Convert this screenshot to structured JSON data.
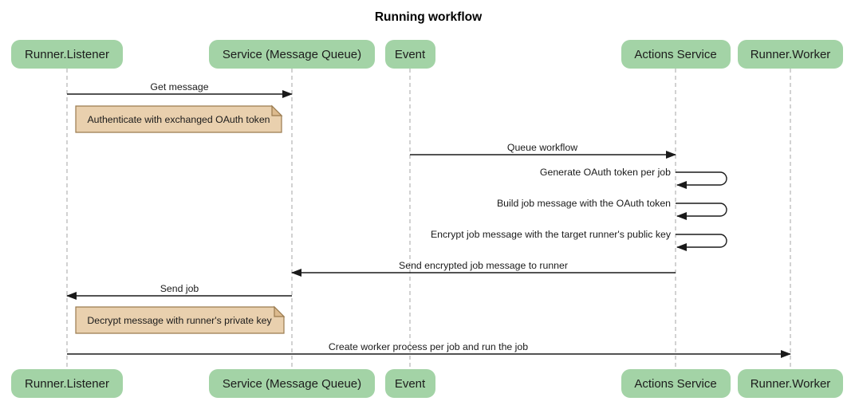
{
  "title": "Running workflow",
  "participants": [
    {
      "id": "runner-listener",
      "label": "Runner.Listener"
    },
    {
      "id": "service-message-queue",
      "label": "Service (Message Queue)"
    },
    {
      "id": "event",
      "label": "Event"
    },
    {
      "id": "actions-service",
      "label": "Actions Service"
    },
    {
      "id": "runner-worker",
      "label": "Runner.Worker"
    }
  ],
  "messages": [
    {
      "type": "arrow",
      "from": "Runner.Listener",
      "to": "Service (Message Queue)",
      "text": "Get message"
    },
    {
      "type": "note",
      "over": "Runner.Listener",
      "text": "Authenticate with exchanged OAuth token"
    },
    {
      "type": "arrow",
      "from": "Event",
      "to": "Actions Service",
      "text": "Queue workflow"
    },
    {
      "type": "self",
      "on": "Actions Service",
      "text": "Generate OAuth token per job"
    },
    {
      "type": "self",
      "on": "Actions Service",
      "text": "Build job message with the OAuth token"
    },
    {
      "type": "self",
      "on": "Actions Service",
      "text": "Encrypt job message with the target runner's public key"
    },
    {
      "type": "arrow",
      "from": "Actions Service",
      "to": "Service (Message Queue)",
      "text": "Send encrypted job message to runner"
    },
    {
      "type": "arrow",
      "from": "Service (Message Queue)",
      "to": "Runner.Listener",
      "text": "Send job"
    },
    {
      "type": "note",
      "over": "Runner.Listener",
      "text": "Decrypt message with runner's private key"
    },
    {
      "type": "arrow",
      "from": "Runner.Listener",
      "to": "Runner.Worker",
      "text": "Create worker process per job and run the job"
    }
  ],
  "colors": {
    "participant_fill": "#a3d3a6",
    "note_fill": "#e9d0ae",
    "note_fold_fill": "#dcba8e",
    "line": "#1a1a1a",
    "lifeline": "#b5b5b5"
  }
}
